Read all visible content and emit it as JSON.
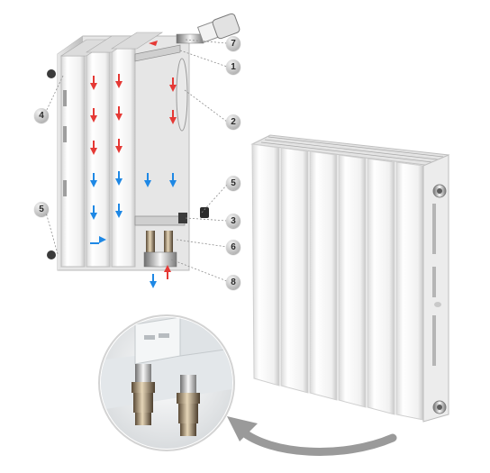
{
  "callouts": [
    {
      "id": "7",
      "label": "7"
    },
    {
      "id": "1",
      "label": "1"
    },
    {
      "id": "4",
      "label": "4"
    },
    {
      "id": "2",
      "label": "2"
    },
    {
      "id": "5a",
      "label": "5"
    },
    {
      "id": "5b",
      "label": "5"
    },
    {
      "id": "3",
      "label": "3"
    },
    {
      "id": "6",
      "label": "6"
    },
    {
      "id": "8",
      "label": "8"
    }
  ],
  "colors": {
    "hot_arrow": "#e53935",
    "cold_arrow": "#1e88e5",
    "radiator_white": "#f4f4f4",
    "radiator_shadow": "#c9c9c9",
    "callout_grey": "#b9b9b9"
  },
  "icons": [
    "exploded-radiator-icon",
    "radiator-icon",
    "valve-closeup-icon",
    "curved-arrow-icon"
  ]
}
